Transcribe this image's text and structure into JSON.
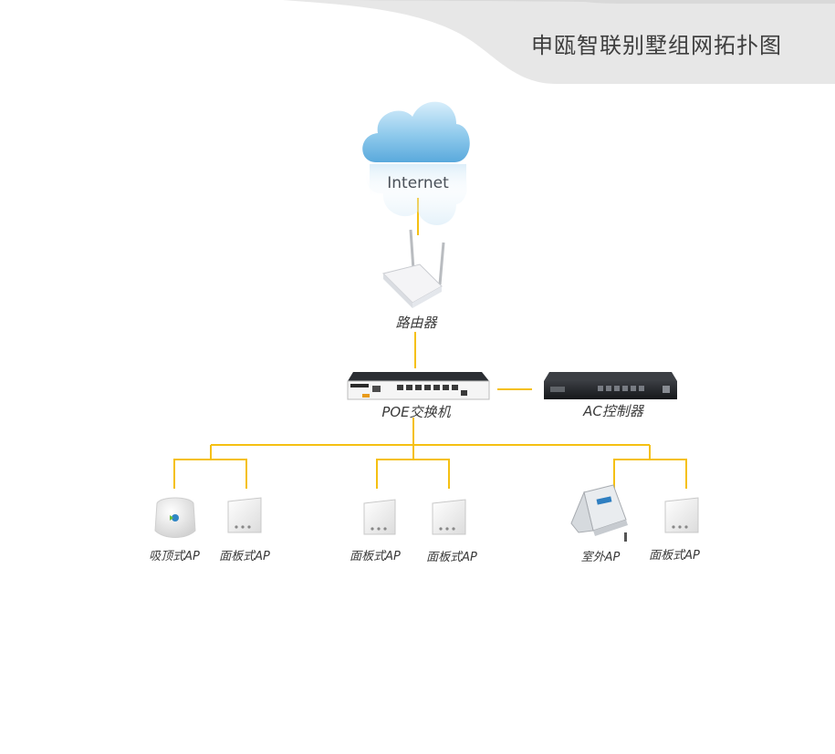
{
  "title": "申瓯智联别墅组网拓扑图",
  "colors": {
    "link": "#f5c012",
    "header_band": "#e7e7e7",
    "cloud": "#8fc8ea"
  },
  "nodes": {
    "internet": {
      "label": "Internet",
      "icon": "cloud-icon"
    },
    "router": {
      "label": "路由器",
      "icon": "router-icon"
    },
    "poe_switch": {
      "label": "POE交换机",
      "icon": "switch-icon"
    },
    "ac_controller": {
      "label": "AC控制器",
      "icon": "ac-controller-icon"
    },
    "aps": [
      {
        "label": "吸顶式AP",
        "icon": "ceiling-ap-icon"
      },
      {
        "label": "面板式AP",
        "icon": "panel-ap-icon"
      },
      {
        "label": "面板式AP",
        "icon": "panel-ap-icon"
      },
      {
        "label": "面板式AP",
        "icon": "panel-ap-icon"
      },
      {
        "label": "室外AP",
        "icon": "outdoor-ap-icon"
      },
      {
        "label": "面板式AP",
        "icon": "panel-ap-icon"
      }
    ]
  }
}
